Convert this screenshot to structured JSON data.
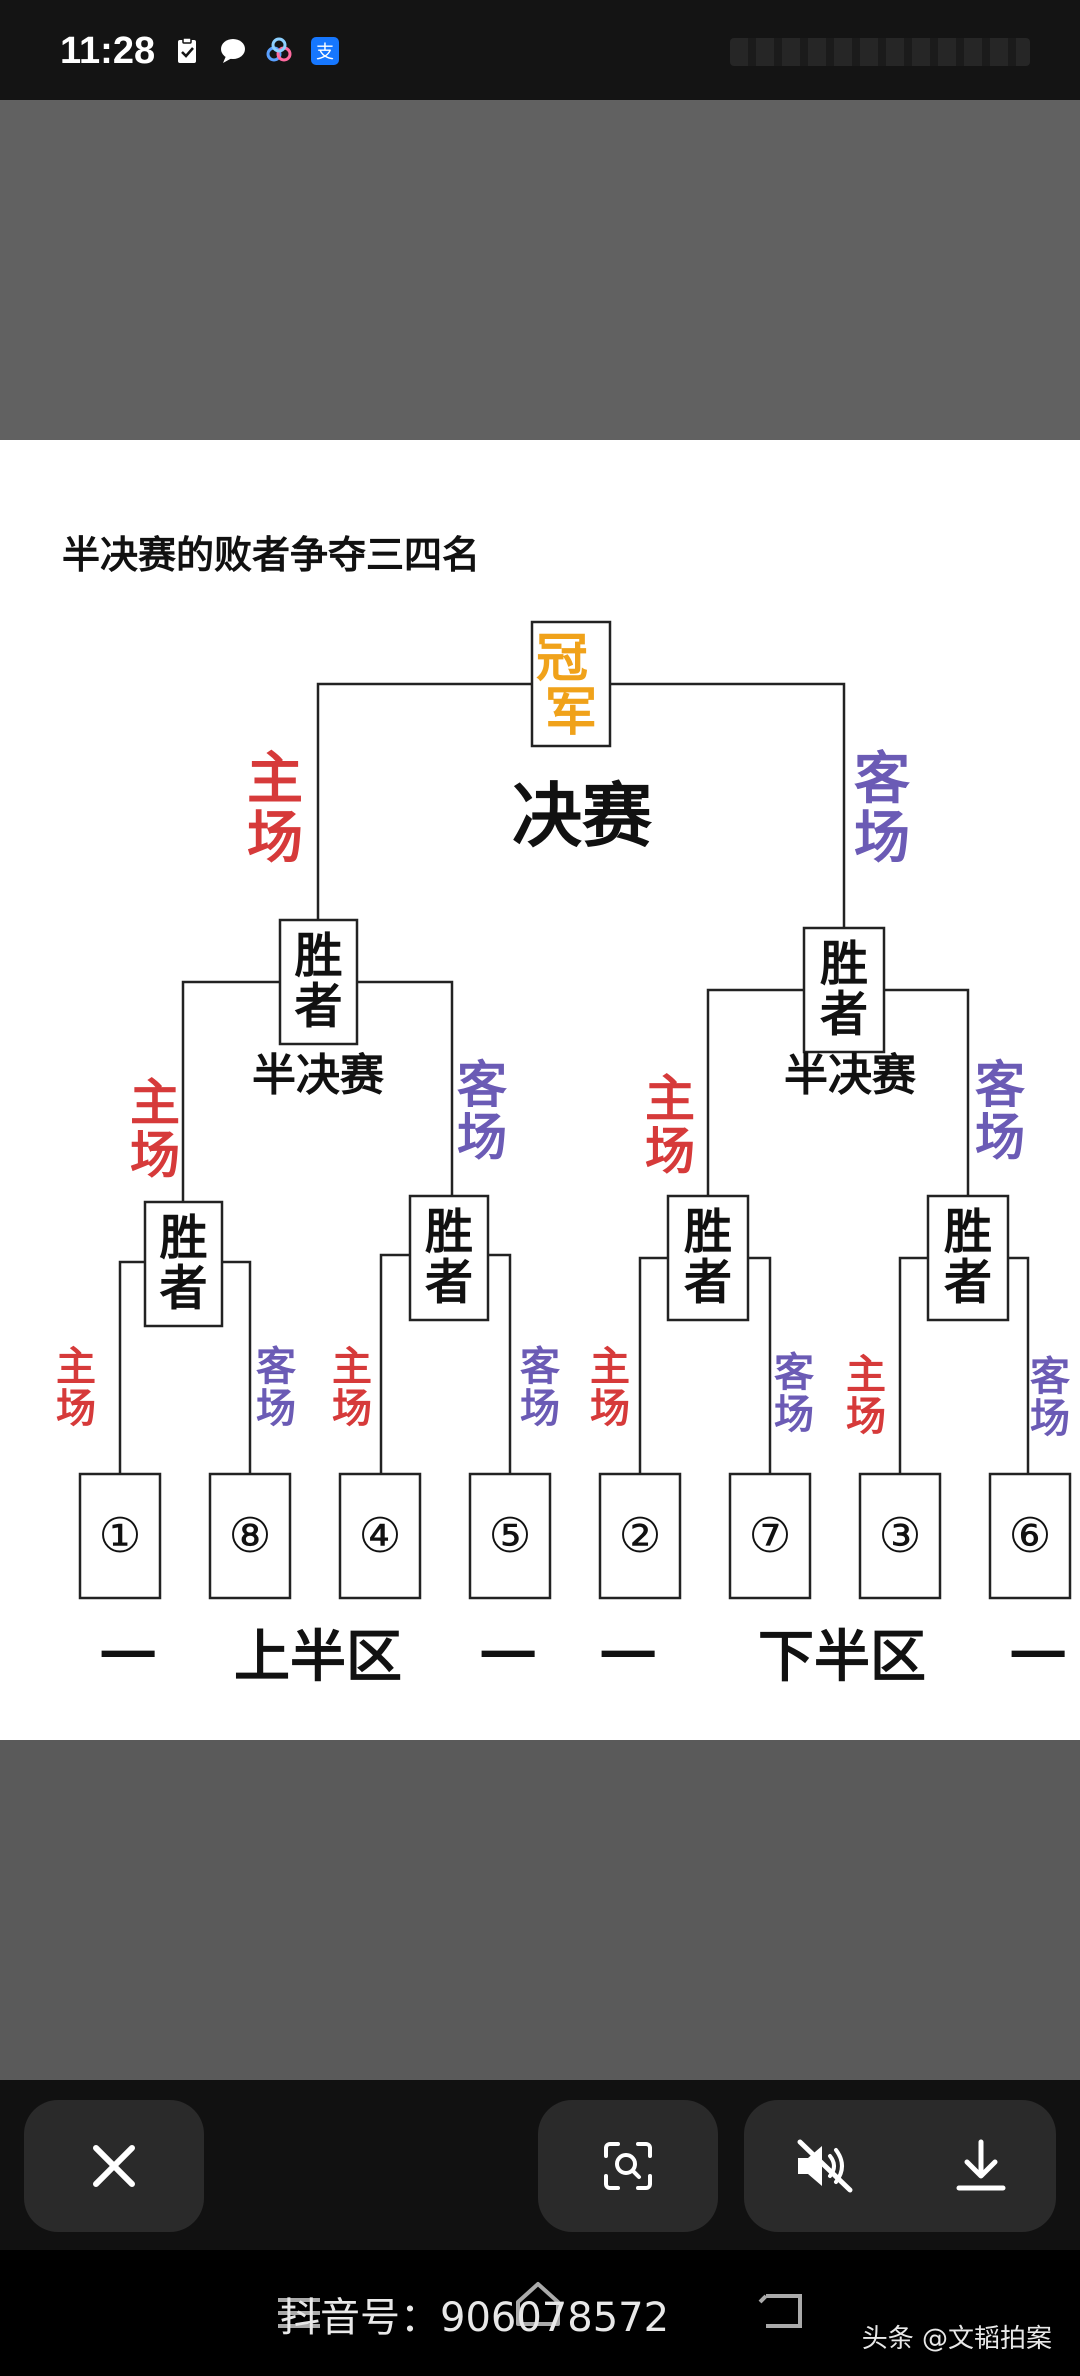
{
  "status_bar": {
    "time": "11:28",
    "icons": [
      "clipboard-check-icon",
      "chat-bubble-icon",
      "baidu-paw-icon",
      "alipay-icon"
    ],
    "alipay_glyph": "支"
  },
  "image": {
    "caption": "半决赛的败者争夺三四名",
    "champion_box": "冠军",
    "final_label": "决赛",
    "semifinal_label": "半决赛",
    "winner_box": "胜者",
    "home": "主场",
    "away": "客场",
    "seeds": [
      "①",
      "⑧",
      "④",
      "⑤",
      "②",
      "⑦",
      "③",
      "⑥"
    ],
    "upper_half": "上半区",
    "lower_half": "下半区",
    "dash": "一",
    "colors": {
      "home": "#d63a3a",
      "away": "#6b5bb5",
      "champion": "#f0a21a",
      "line": "#222222"
    }
  },
  "toolbar": {
    "close_icon": "close-icon",
    "scan_icon": "image-search-icon",
    "mute_icon": "speaker-muted-icon",
    "download_icon": "download-icon"
  },
  "footer": {
    "watermark": "抖音号：906078572",
    "credit": "头条 @文韬拍案"
  }
}
